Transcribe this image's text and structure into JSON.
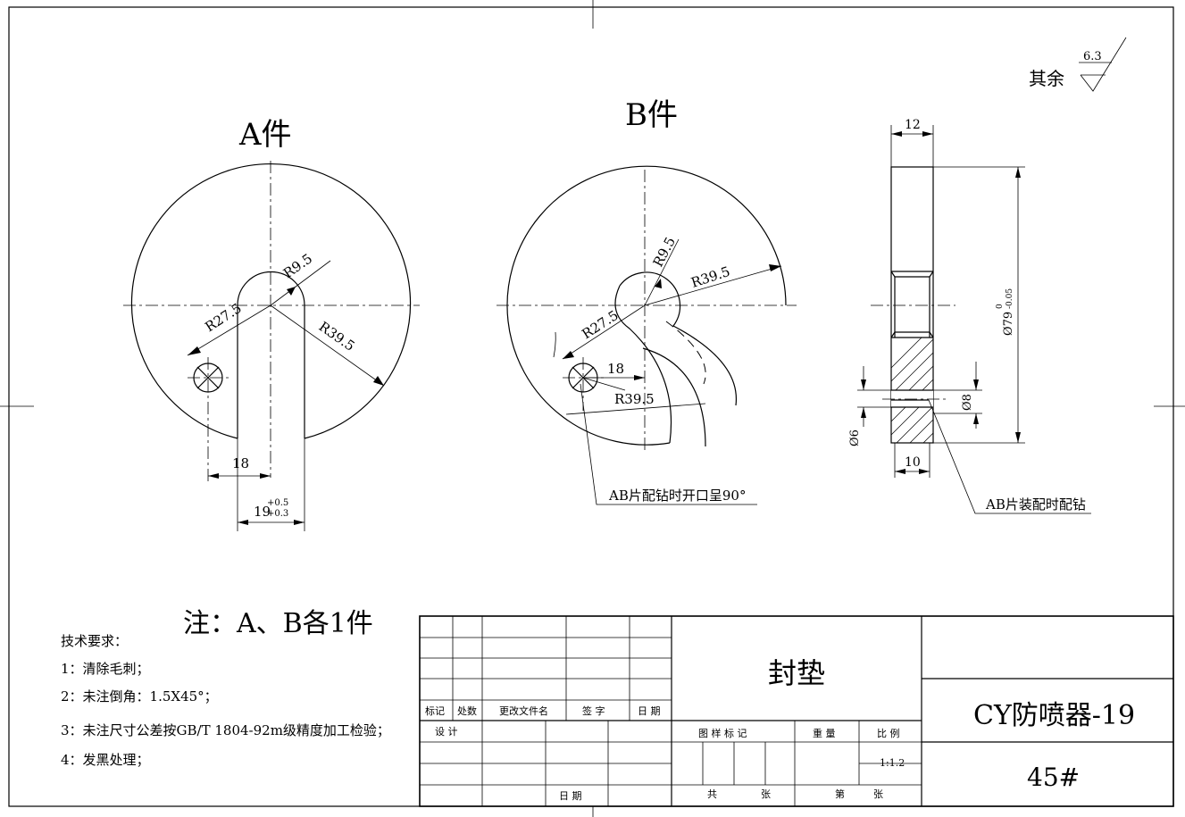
{
  "views": {
    "a_title": "A件",
    "b_title": "B件"
  },
  "dims_a": {
    "r_small": "R9.5",
    "r_mid": "R27.5",
    "r_large": "R39.5",
    "offset": "18",
    "slot_nominal": "19",
    "slot_upper": "+0.5",
    "slot_lower": "+0.3"
  },
  "dims_b": {
    "r_small": "R9.5",
    "r_large": "R39.5",
    "r_mid": "R27.5",
    "offset": "18",
    "r_hole": "R39.5",
    "leader_note": "AB片配钻时开口呈90°"
  },
  "section": {
    "width": "12",
    "dia_main": "Ø79",
    "dia_upper": "0",
    "dia_lower": "-0.05",
    "hole_dia": "Ø8",
    "drill_dia": "Ø6",
    "base_width": "10",
    "leader_note": "AB片装配时配钻"
  },
  "roughness": {
    "label": "其余",
    "value": "6.3"
  },
  "note": "注：A、B各1件",
  "requirements": {
    "title": "技术要求：",
    "items": [
      "1：清除毛刺；",
      "2：未注倒角：1.5X45°；",
      "3：未注尺寸公差按GB/T 1804-92m级精度加工检验；",
      "4：发黑处理；"
    ]
  },
  "title_block": {
    "headers": [
      "标记",
      "处数",
      "更改文件名",
      "签 字",
      "日 期"
    ],
    "design": "设 计",
    "date": "日 期",
    "part_name": "封垫",
    "pattern_mark": "图 样 标 记",
    "weight": "重 量",
    "scale_label": "比 例",
    "scale_value": "1:1.2",
    "total": "共",
    "sheet_unit": "张",
    "sheet_no": "第",
    "sheet_unit2": "张",
    "drawing_no": "CY防喷器-19",
    "material": "45#"
  }
}
